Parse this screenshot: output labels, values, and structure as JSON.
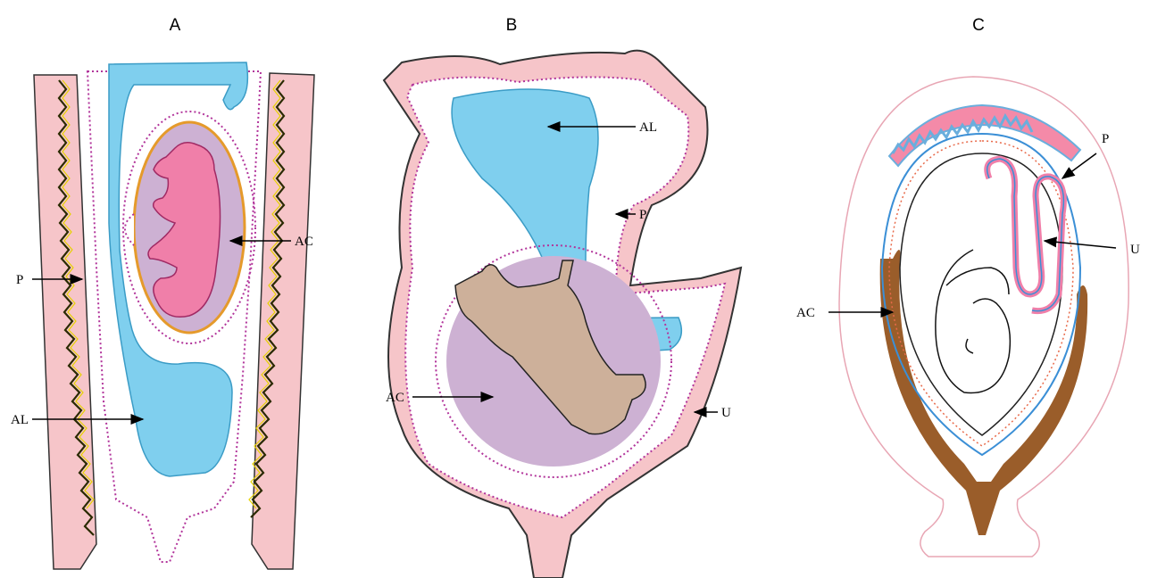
{
  "panels": [
    {
      "title": "A",
      "labels": {
        "ac": "AC",
        "p": "P",
        "al": "AL"
      }
    },
    {
      "title": "B",
      "labels": {
        "al": "AL",
        "p": "P",
        "ac": "AC",
        "u": "U"
      }
    },
    {
      "title": "C",
      "labels": {
        "p": "P",
        "u": "U",
        "ac": "AC"
      }
    }
  ],
  "colors": {
    "uterus_wall": "#f6c5c9",
    "allantois": "#7fcfee",
    "amnion": "#cdb1d3",
    "fetus_pig": "#f07fa9",
    "fetus_cow": "#cdb09a",
    "placenta_dots": "#b2359b",
    "endometrium_brown": "#9a5d2a"
  }
}
